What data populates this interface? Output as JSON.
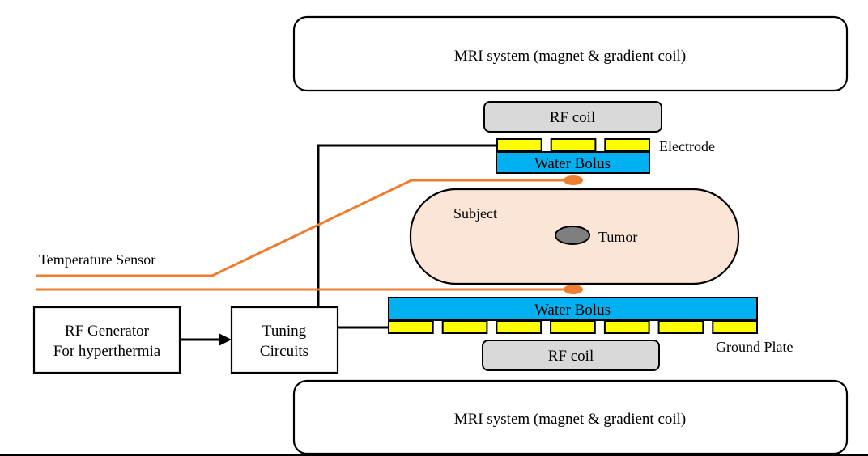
{
  "mri_top": {
    "label": "MRI system (magnet & gradient coil)"
  },
  "mri_bottom": {
    "label": "MRI system (magnet & gradient coil)"
  },
  "rf_coil_top": {
    "label": "RF coil"
  },
  "rf_coil_bottom": {
    "label": "RF coil"
  },
  "electrode": {
    "label": "Electrode",
    "segments": 3
  },
  "water_bolus_top": {
    "label": "Water Bolus"
  },
  "water_bolus_bottom": {
    "label": "Water Bolus"
  },
  "ground_plate": {
    "label": "Ground Plate",
    "segments": 7
  },
  "subject": {
    "label": "Subject"
  },
  "tumor": {
    "label": "Tumor"
  },
  "temperature_sensor": {
    "label": "Temperature Sensor"
  },
  "rf_generator": {
    "line1": "RF Generator",
    "line2": "For hyperthermia"
  },
  "tuning": {
    "line1": "Tuning",
    "line2": "Circuits"
  },
  "colors": {
    "electrode": "#ffff00",
    "water_bolus": "#00b0f0",
    "rf_coil": "#d9d9d9",
    "subject": "#fbe5d6",
    "tumor": "#7f7f7f",
    "sensor": "#ed7d31",
    "line": "#000000"
  }
}
